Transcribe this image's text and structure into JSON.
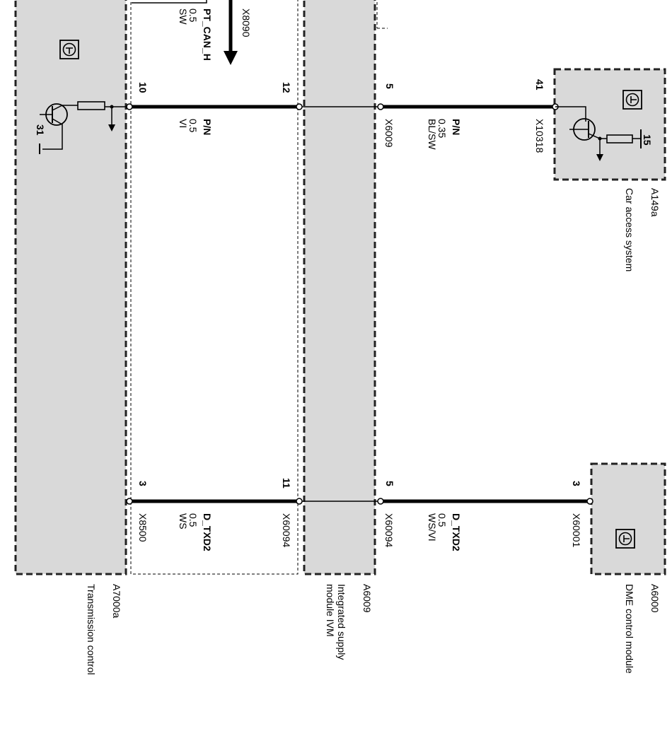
{
  "modules": {
    "transmission": {
      "id": "A7000a",
      "name": "Transmission control"
    },
    "supply": {
      "id": "A6009",
      "name_line1": "Integrated supply",
      "name_line2": "module IVM"
    },
    "dme": {
      "id": "A6000",
      "name": "DME control module"
    },
    "cas": {
      "id": "A149a",
      "name": "Car access system"
    }
  },
  "top_wire": {
    "seg1": {
      "signal": "P/N",
      "size": "0.5",
      "color": "VI",
      "pin_left": "10",
      "pin_right": "12"
    },
    "seg2": {
      "signal": "P/N",
      "size": "0.35",
      "color": "BL/SW",
      "connector_left": "X6009",
      "pin_left": "5",
      "pin_right": "41",
      "connector_right": "X10318"
    },
    "external": {
      "connector": "X8090",
      "signal": "PT_CAN_H",
      "size": "0.5",
      "color": "SW"
    }
  },
  "bottom_wire": {
    "seg1": {
      "signal": "D_TXD2",
      "size": "0.5",
      "color": "WS",
      "connector_left": "X8500",
      "pin_left": "3",
      "pin_right": "11",
      "connector_right": "X60094"
    },
    "seg2": {
      "signal": "D_TXD2",
      "size": "0.5",
      "color": "WS/VI",
      "connector_left": "X60094",
      "pin_left": "5",
      "pin_right": "3",
      "connector_right": "X60001"
    }
  },
  "internal_pins": {
    "transmission_ground": "31",
    "cas_supply": "15"
  },
  "icons": [
    "transistor-icon",
    "ground-arrow-icon",
    "resistor-icon",
    "control-unit-icon"
  ]
}
